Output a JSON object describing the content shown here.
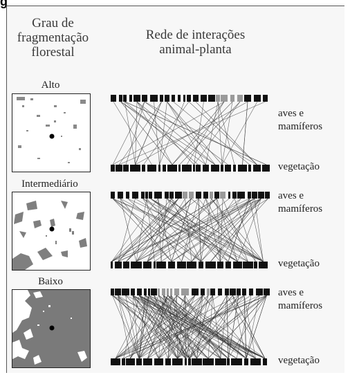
{
  "figure_letter": "g",
  "header": {
    "left_lines": [
      "Grau de",
      "fragmentação",
      "florestal"
    ],
    "right_lines": [
      "Rede de interações",
      "animal-planta"
    ]
  },
  "labels": {
    "animals_lines": [
      "aves e",
      "mamíferos"
    ],
    "plants": "vegetação"
  },
  "panels": [
    {
      "level": "Alto",
      "forest_color": "#ffffff",
      "patch_color": "#8a8a8a"
    },
    {
      "level": "Intermediário",
      "forest_color": "#ffffff",
      "patch_color": "#7f7f7f"
    },
    {
      "level": "Baixo",
      "forest_color": "#7a7a7a",
      "patch_color": "#ffffff"
    }
  ],
  "colors": {
    "top_black": "#111111",
    "top_gray": "#9a9a9a",
    "link": "#333333"
  }
}
